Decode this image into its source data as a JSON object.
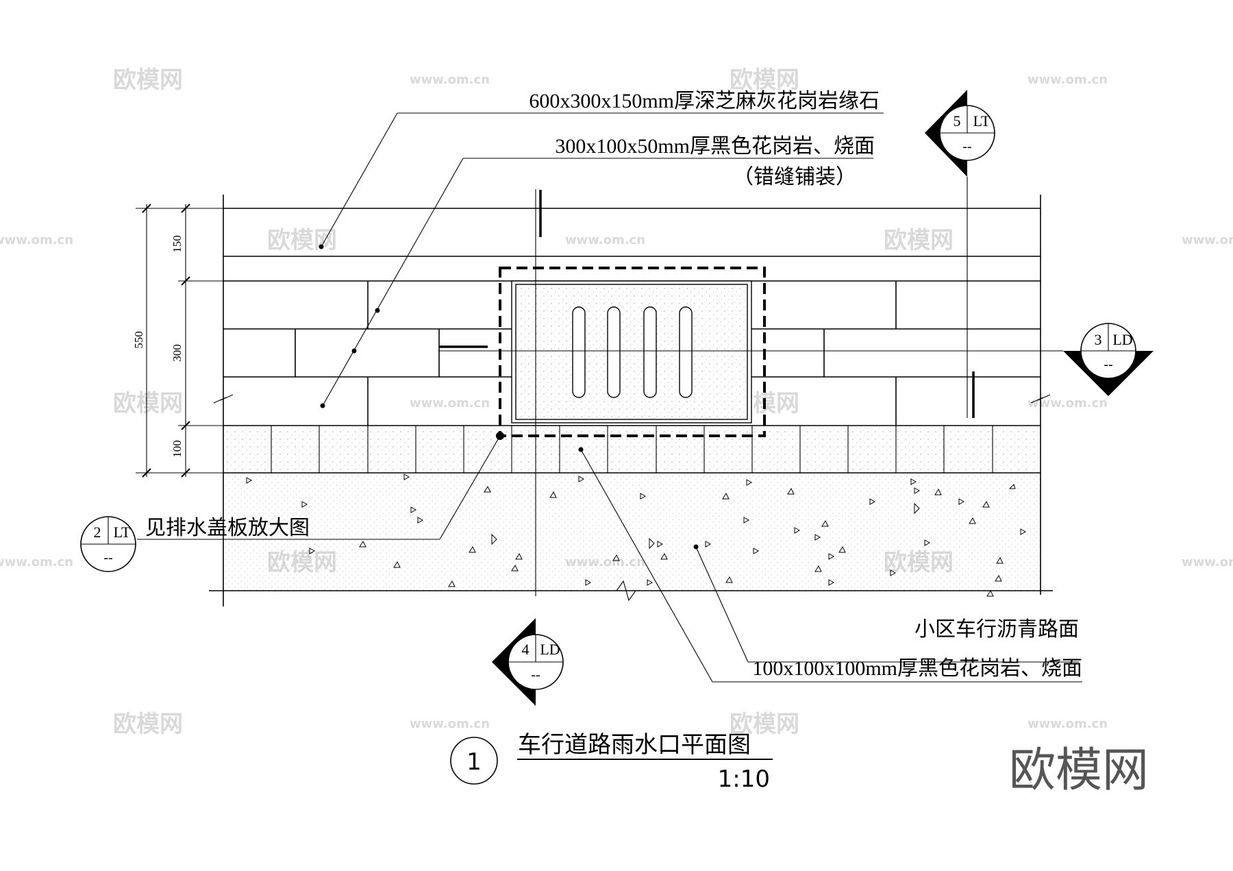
{
  "watermark": {
    "brand": "欧模网",
    "site": "www.om.cn",
    "corner_brand": "欧模网"
  },
  "labels": {
    "curb": "600x300x150mm厚深芝麻灰花岗岩缘石",
    "paving": "300x100x50mm厚黑色花岗岩、烧面",
    "paving_note": "（错缝铺装）",
    "cover_ref": "见排水盖板放大图",
    "asphalt": "小区车行沥青路面",
    "edge_block": "100x100x100mm厚黑色花岗岩、烧面"
  },
  "dimensions": {
    "total": "550",
    "curb": "150",
    "paving": "300",
    "edge": "100"
  },
  "callouts": {
    "top": {
      "number": "5",
      "sheet": "LT",
      "sub": "--"
    },
    "right": {
      "number": "3",
      "sheet": "LD",
      "sub": "--"
    },
    "bottom": {
      "number": "4",
      "sheet": "LD",
      "sub": "--"
    },
    "detail": {
      "number": "2",
      "sheet": "LT",
      "sub": "--"
    }
  },
  "title_block": {
    "number": "1",
    "title": "车行道路雨水口平面图",
    "scale": "1:10"
  }
}
